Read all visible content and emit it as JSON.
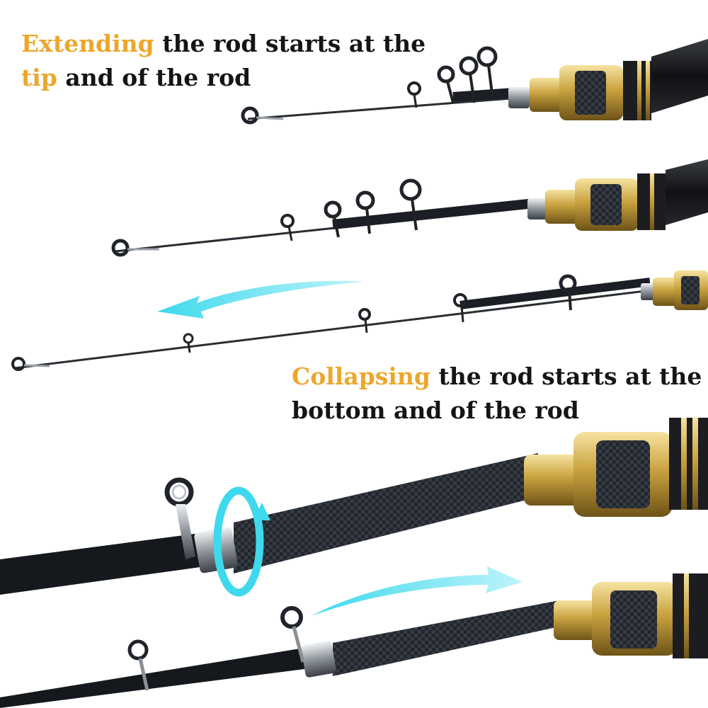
{
  "captions": {
    "extend": {
      "highlight_1": "Extending",
      "rest_1": " the rod starts at the",
      "highlight_2": "tip",
      "rest_2": " and of the rod"
    },
    "collapse": {
      "highlight_1": "Collapsing",
      "rest_1": " the rod starts at the",
      "rest_2": "bottom and of the rod"
    }
  },
  "colors": {
    "highlight_text": "#eba72c",
    "body_text": "#151515",
    "arrow": "#3ed9ec",
    "rod_dark": "#1b1e24",
    "gold": "#c9a23f",
    "background": "#ffffff"
  },
  "icons": {
    "left_arrow": "curved-arrow-left-icon",
    "rotate_arrow": "rotation-arrow-icon",
    "right_arrow": "curved-arrow-right-icon"
  }
}
